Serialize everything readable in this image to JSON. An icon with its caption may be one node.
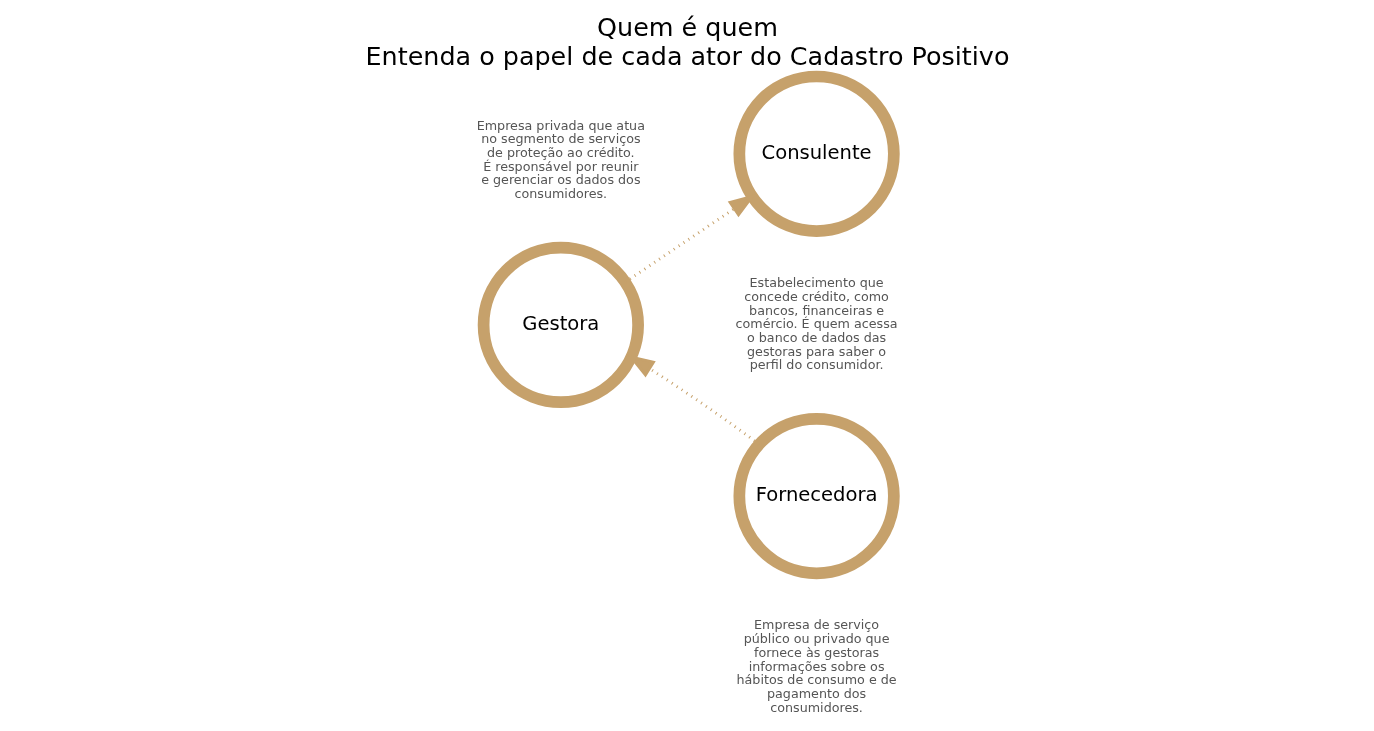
{
  "diagram": {
    "title": "Quem é quem",
    "caption": "Entenda o papel de cada ator do Cadastro Positivo",
    "nodes": [
      {
        "text": [
          "Gestora"
        ],
        "beside": [
          "Empresa privada que atua no segmento de serviços de proteção ao crédito. É responsável por reunir e gerenciar os dados dos consumidores."
        ]
      },
      {
        "text": [
          "Consulente"
        ],
        "beside": [
          "Estabelecimento que concede crédito, como bancos, financeiras e comércio. É quem acessa o banco de dados das gestoras para saber o perfil do consumidor."
        ]
      },
      {
        "text": [
          "Fornecedora"
        ],
        "beside": [
          "Empresa de serviço público ou privado que fornece às gestoras informações sobre os hábitos de consumo e de pagamento dos consumidores."
        ]
      }
    ],
    "edges": [
      {
        "from": 0,
        "to": 1,
        "arrow": "to",
        "style": "dashed"
      },
      {
        "from": 2,
        "to": 0,
        "arrow": "to",
        "style": "dashed"
      }
    ]
  }
}
